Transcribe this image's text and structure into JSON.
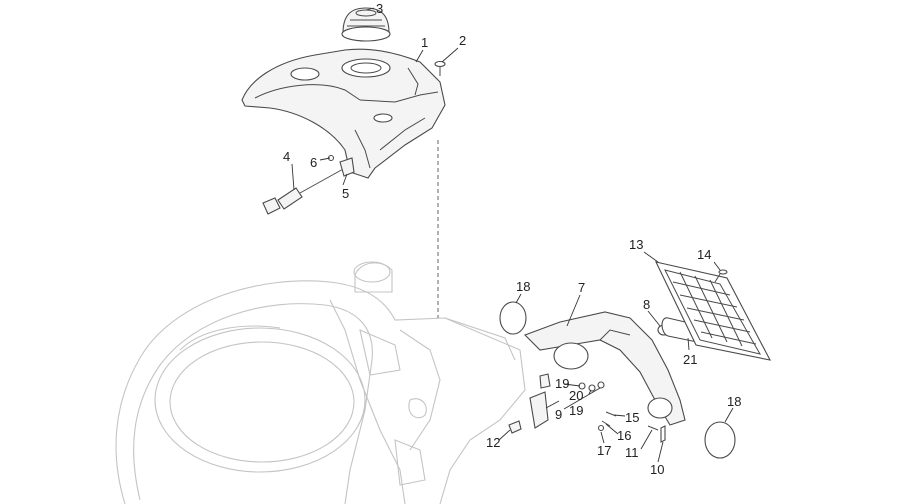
{
  "callouts": {
    "c1": "1",
    "c2": "2",
    "c3": "3",
    "c4": "4",
    "c5": "5",
    "c6": "6",
    "c7": "7",
    "c8": "8",
    "c9": "9",
    "c10": "10",
    "c11": "11",
    "c12": "12",
    "c13": "13",
    "c14": "14",
    "c15": "15",
    "c16": "16",
    "c17": "17",
    "c18a": "18",
    "c18b": "18",
    "c19a": "19",
    "c19b": "19",
    "c20": "20",
    "c21": "21"
  }
}
